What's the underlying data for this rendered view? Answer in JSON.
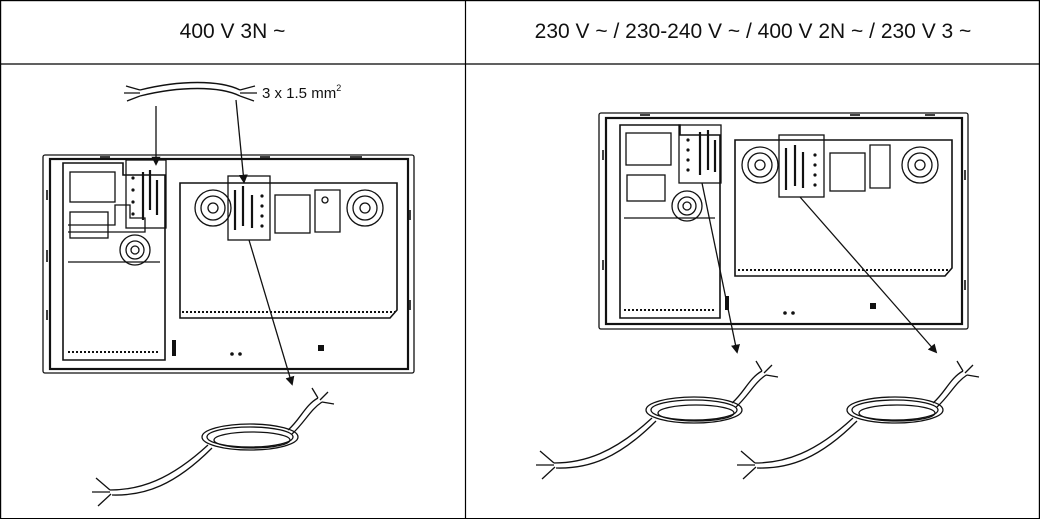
{
  "columns": [
    {
      "header": "400 V 3N ~"
    },
    {
      "header": "230 V ~ / 230-240 V ~ / 400 V 2N ~ / 230 V 3 ~"
    }
  ],
  "left_panel": {
    "wire_label": "3 x 1.5 mm",
    "wire_label_sup": "2"
  }
}
